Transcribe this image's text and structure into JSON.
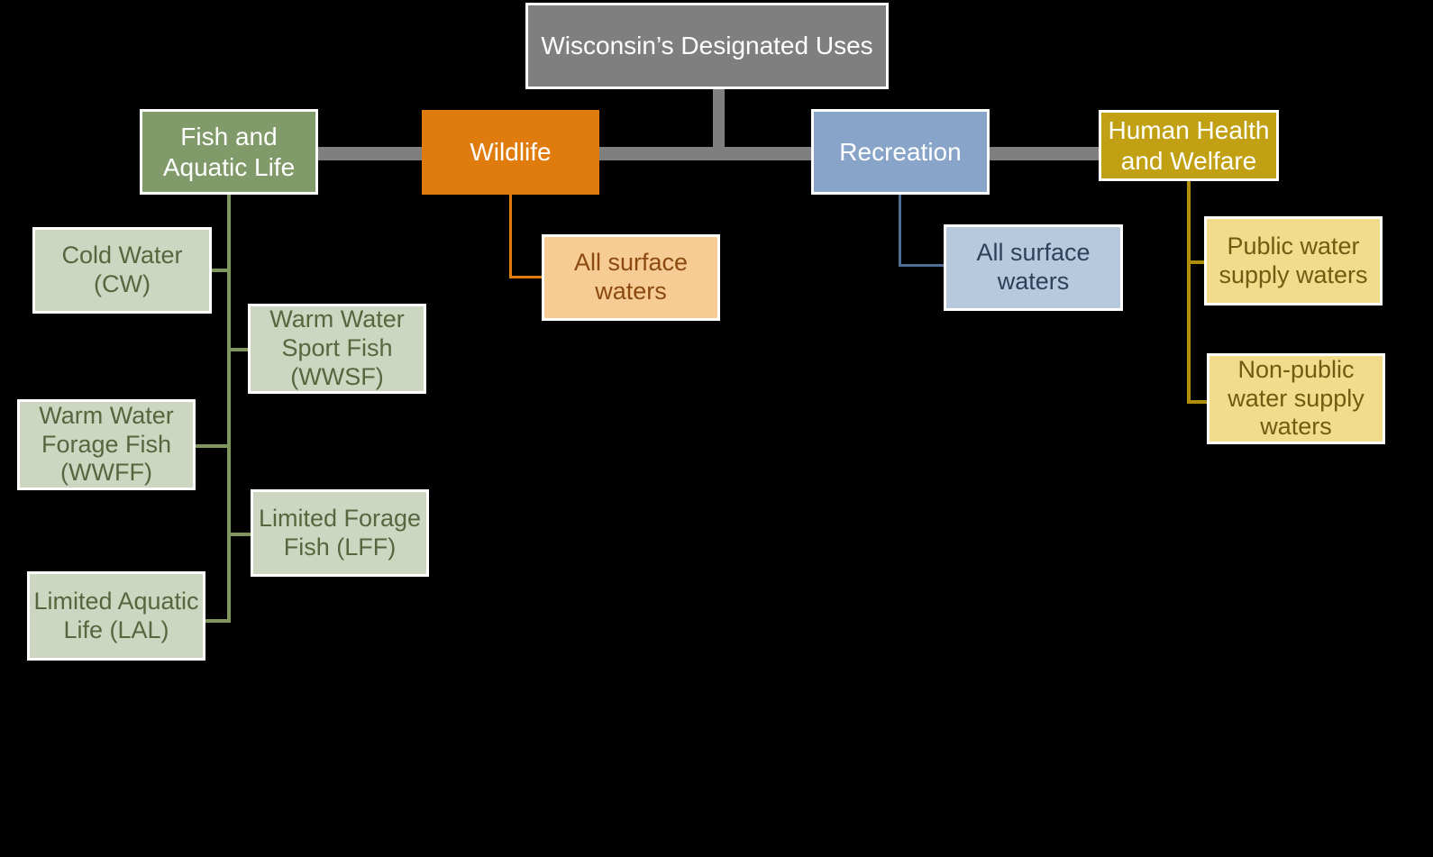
{
  "diagram": {
    "title": "Wisconsin's Designated Uses",
    "background_color": "#000000",
    "root": {
      "label": "Wisconsin’s Designated Uses",
      "fill": "#7f7f7f",
      "text_color": "#ffffff"
    },
    "categories": [
      {
        "id": "fish-and-aquatic-life",
        "label": "Fish and Aquatic Life",
        "fill": "#809a6a",
        "text_color": "#ffffff",
        "connector_color": "#7f975f",
        "children": [
          {
            "id": "cold-water",
            "label": "Cold Water (CW)",
            "fill": "#ccd6c0",
            "text_color": "#57663f"
          },
          {
            "id": "warm-water-sport-fish",
            "label": "Warm Water Sport Fish (WWSF)",
            "fill": "#ccd6c0",
            "text_color": "#57663f"
          },
          {
            "id": "warm-water-forage-fish",
            "label": "Warm Water Forage Fish (WWFF)",
            "fill": "#ccd6c0",
            "text_color": "#57663f"
          },
          {
            "id": "limited-forage-fish",
            "label": "Limited Forage Fish (LFF)",
            "fill": "#ccd6c0",
            "text_color": "#57663f"
          },
          {
            "id": "limited-aquatic-life",
            "label": "Limited Aquatic Life (LAL)",
            "fill": "#ccd6c0",
            "text_color": "#57663f"
          }
        ]
      },
      {
        "id": "wildlife",
        "label": "Wildlife",
        "fill": "#e07c0e",
        "text_color": "#ffffff",
        "connector_color": "#e07c0e",
        "children": [
          {
            "id": "wildlife-all-surface-waters",
            "label": "All surface waters",
            "fill": "#f7cb94",
            "text_color": "#8a4a10"
          }
        ]
      },
      {
        "id": "recreation",
        "label": "Recreation",
        "fill": "#88a5c9",
        "text_color": "#ffffff",
        "connector_color": "#4e6e96",
        "children": [
          {
            "id": "recreation-all-surface-waters",
            "label": "All surface waters",
            "fill": "#b7c9dd",
            "text_color": "#2c415a"
          }
        ]
      },
      {
        "id": "human-health-and-welfare",
        "label": "Human Health and Welfare",
        "fill": "#c1a113",
        "text_color": "#ffffff",
        "connector_color": "#b08d0c",
        "children": [
          {
            "id": "public-water-supply-waters",
            "label": "Public water supply waters",
            "fill": "#f0dc8b",
            "text_color": "#6f5c12"
          },
          {
            "id": "non-public-water-supply-waters",
            "label": "Non-public water supply waters",
            "fill": "#f0dc8b",
            "text_color": "#6f5c12"
          }
        ]
      }
    ]
  }
}
